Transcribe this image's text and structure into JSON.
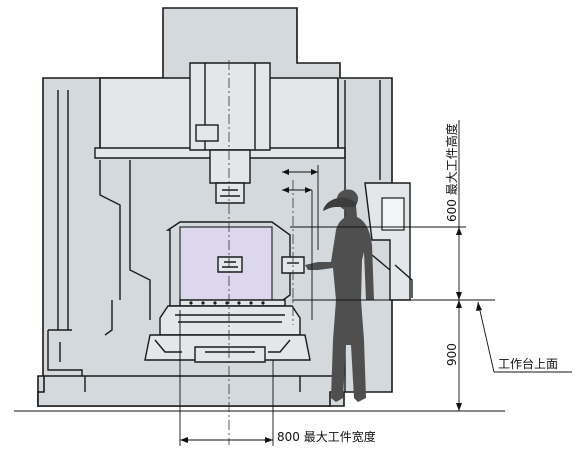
{
  "colors": {
    "machine_body": "#d4d9dd",
    "machine_outline": "#1a1a1a",
    "work_envelope": "#dcd7ec",
    "person": "#4f4f4f",
    "background": "#ffffff"
  },
  "labels": {
    "max_workpiece_width": "800 最大工件宽度",
    "max_workpiece_height": "600 最大工件高度",
    "table_height": "900",
    "table_top_surface": "工作台上面"
  }
}
